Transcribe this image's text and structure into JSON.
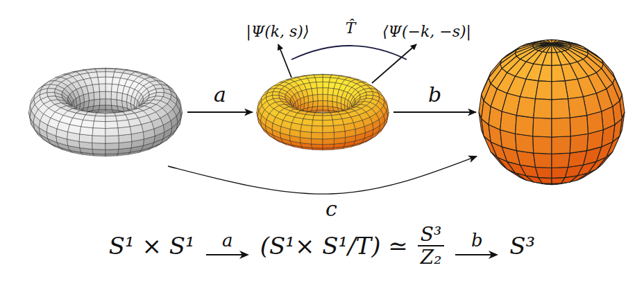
{
  "diagram": {
    "nodes": [
      {
        "text": []
      },
      {
        "text": []
      },
      {
        "text": []
      }
    ],
    "edges": [
      {
        "from": 0,
        "to": 1,
        "arrow": "to",
        "label": "a"
      },
      {
        "from": 1,
        "to": 2,
        "arrow": "to",
        "label": "b"
      },
      {
        "from": 0,
        "to": 2,
        "arrow": "to",
        "label": "c"
      }
    ],
    "labels": [
      "|Ψ(k, s)⟩",
      "T̂",
      "⟨Ψ(−k, −s)|",
      "S¹ × S¹",
      "a",
      "(S¹× S¹/T) ≃",
      "S³",
      "Z₂",
      "b",
      "S³"
    ]
  }
}
